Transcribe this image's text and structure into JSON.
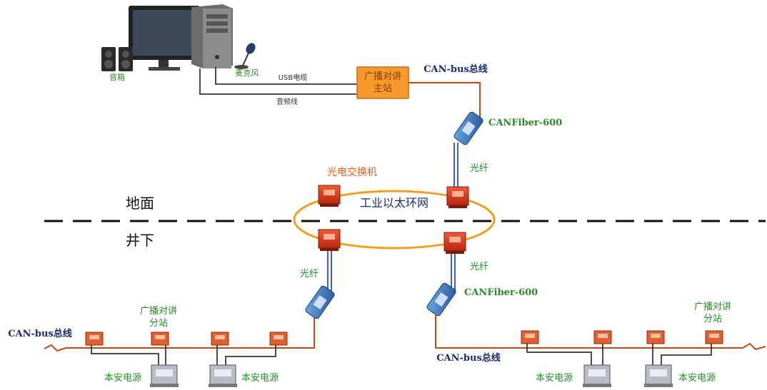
{
  "labels": {
    "speaker": "音箱",
    "mic": "麦克风",
    "usb_cable": "USB电缆",
    "audio_cable": "音频线",
    "master_station": "广播对讲\n主站",
    "canbus_top": "CAN-bus总线",
    "canfiber_top": "CANFiber-600",
    "fiber_top": "光纤",
    "photo_switch": "光电交换机",
    "ring": "工业以太环网",
    "ground": "地面",
    "underground": "井下",
    "fiber_left": "光纤",
    "fiber_right": "光纤",
    "canfiber_right": "CANFiber-600",
    "substation_left": "广播对讲\n分站",
    "substation_right": "广播对讲\n分站",
    "canbus_left": "CAN-bus总线",
    "canbus_right": "CAN-bus总线",
    "power_1": "本安电源",
    "power_2": "本安电源",
    "power_3": "本安电源",
    "power_4": "本安电源"
  },
  "colors": {
    "bus_line": "#c24a10",
    "fiber": "#3a5fc8",
    "ring": "#f0a020",
    "station_fill": "#f79a2e",
    "device_red": "#d8361a",
    "converter_blue": "#3c7cc0"
  },
  "icons": [
    "monitor-icon",
    "pc-tower-icon",
    "speaker-icon",
    "microphone-icon",
    "explosion-proof-switch-icon",
    "can-fiber-converter-icon",
    "substation-box-icon",
    "power-supply-icon",
    "lightning-icon"
  ]
}
